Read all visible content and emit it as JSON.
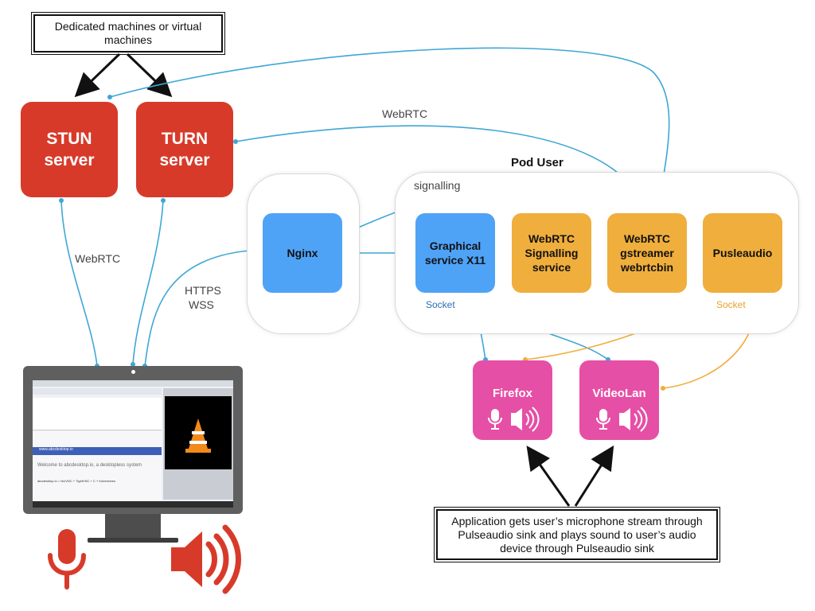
{
  "notes": {
    "top": "Dedicated machines or virtual machines",
    "bottom": "Application gets user’s microphone stream through Pulseaudio sink and plays sound to user’s audio device through Pulseaudio sink"
  },
  "servers": {
    "stun": "STUN server",
    "turn": "TURN server"
  },
  "pod": {
    "title": "Pod User",
    "signalling_label": "signalling",
    "graphical": "Graphical service X11",
    "signalling_service": "WebRTC Signalling service",
    "gstreamer": "WebRTC gstreamer webrtcbin",
    "pulseaudio": "Pusleaudio",
    "socket_left": "Socket",
    "socket_right": "Socket"
  },
  "nginx": {
    "label": "Nginx"
  },
  "apps": {
    "firefox": "Firefox",
    "videolan": "VideoLan"
  },
  "connections": {
    "webrtc_top": "WebRTC",
    "webrtc_left": "WebRTC",
    "https": "HTTPS",
    "wss": "WSS"
  },
  "monitor_screen": {
    "banner": "www.abcdesktop.io",
    "welcome": "Welcome to abcdesktop.io, a desktopless system",
    "footer": "abcdesktop.io = Nx/VNC + TightVNC + C + Kubernetes"
  },
  "colors": {
    "line_blue": "#3fa7d6",
    "line_orange": "#f0ae3c",
    "red": "#d83a2a",
    "blue": "#4fa3f7",
    "orange": "#f0ae3c",
    "pink": "#e64fa6"
  },
  "icons": [
    "microphone-icon",
    "speaker-icon"
  ]
}
